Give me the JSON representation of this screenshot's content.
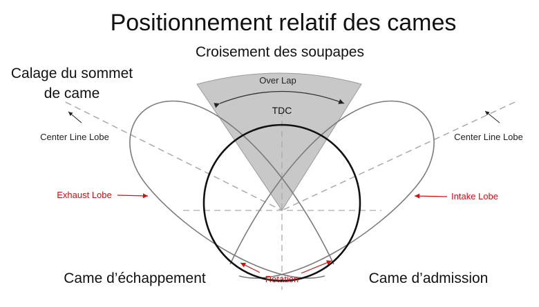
{
  "title": "Positionnement relatif des cames",
  "labels": {
    "overlap_fr": "Croisement des soupapes",
    "lobe_timing_line1": "Calage du sommet",
    "lobe_timing_line2": "de came",
    "overlap_en": "Over Lap",
    "tdc": "TDC",
    "center_line_left": "Center Line Lobe",
    "center_line_right": "Center Line Lobe",
    "exhaust_lobe": "Exhaust Lobe",
    "intake_lobe": "Intake Lobe",
    "rotation": "Rotation",
    "exhaust_cam": "Came d’échappement",
    "intake_cam": "Came d’admission"
  },
  "colors": {
    "text": "#111111",
    "accent_red": "#cc1111",
    "sector_fill": "#c8c8c8",
    "lobe_stroke": "#7a7a7a",
    "dash": "#aaaaaa"
  }
}
